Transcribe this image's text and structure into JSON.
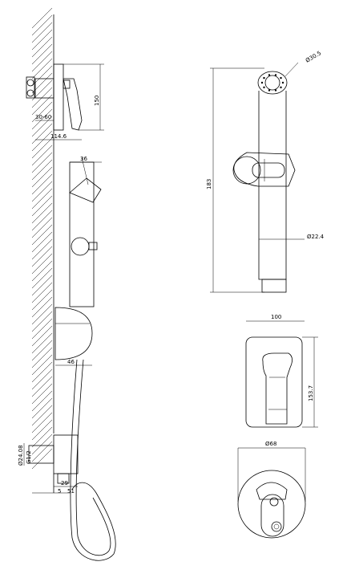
{
  "dimensions": {
    "mixer_height": "150",
    "mixer_wall_depth": "30-60",
    "mixer_depth": "114.6",
    "handset_head_width": "36",
    "handset_bottom_width": "46",
    "handset_outlet_diameter": "Ø30.5",
    "handset_length": "183",
    "handset_body_diameter": "Ø22.4",
    "plate_width": "100",
    "plate_height": "153.7",
    "knob_diameter": "Ø68",
    "elbow_diameter": "Ø24.08",
    "elbow_thread": "G1/2",
    "elbow_offset_1": "29",
    "elbow_offset_2": "51",
    "elbow_offset_3": "5"
  }
}
